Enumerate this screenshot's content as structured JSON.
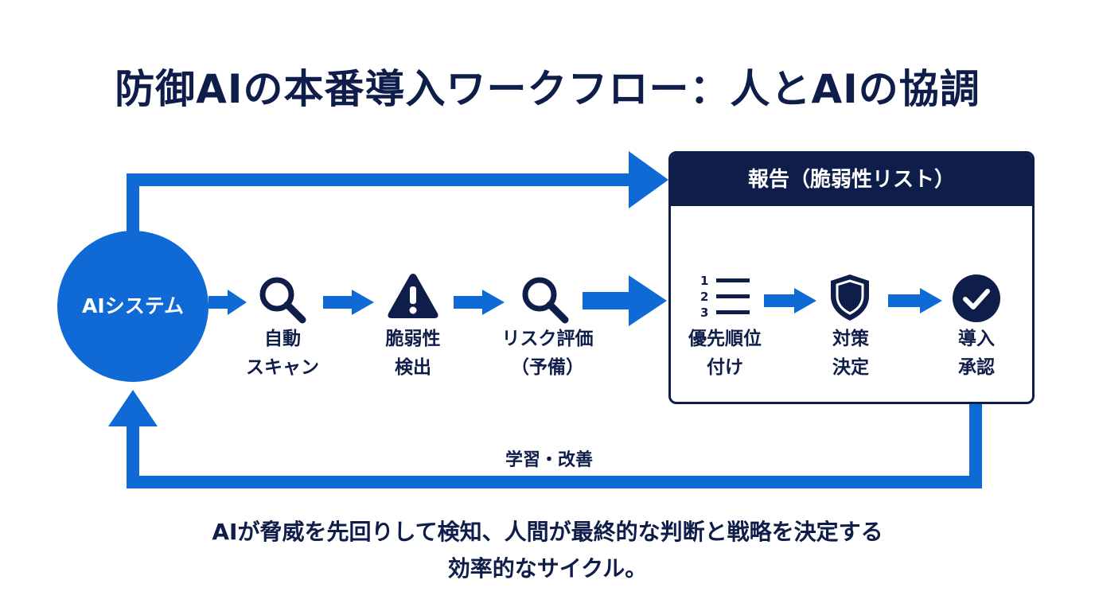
{
  "title": "防御AIの本番導入ワークフロー：人とAIの協調",
  "ai_system": {
    "label": "AIシステム"
  },
  "steps": [
    {
      "label": "自動\nスキャン",
      "icon": "magnifier-icon"
    },
    {
      "label": "脆弱性\n検出",
      "icon": "warning-icon"
    },
    {
      "label": "リスク評価\n（予備）",
      "icon": "magnifier-icon"
    }
  ],
  "report": {
    "header": "報告（脆弱性リスト）",
    "steps": [
      {
        "label": "優先順位\n付け",
        "icon": "numbered-list-icon"
      },
      {
        "label": "対策\n決定",
        "icon": "shield-icon"
      },
      {
        "label": "導入\n承認",
        "icon": "check-circle-icon"
      }
    ],
    "list_numbers": [
      "1",
      "2",
      "3"
    ]
  },
  "loop_label": "学習・改善",
  "caption": {
    "line1": "AIが脅威を先回りして検知、人間が最終的な判断と戦略を決定する",
    "line2": "効率的なサイクル。"
  },
  "colors": {
    "navy": "#0f1d4a",
    "blue": "#0f6ad6"
  }
}
